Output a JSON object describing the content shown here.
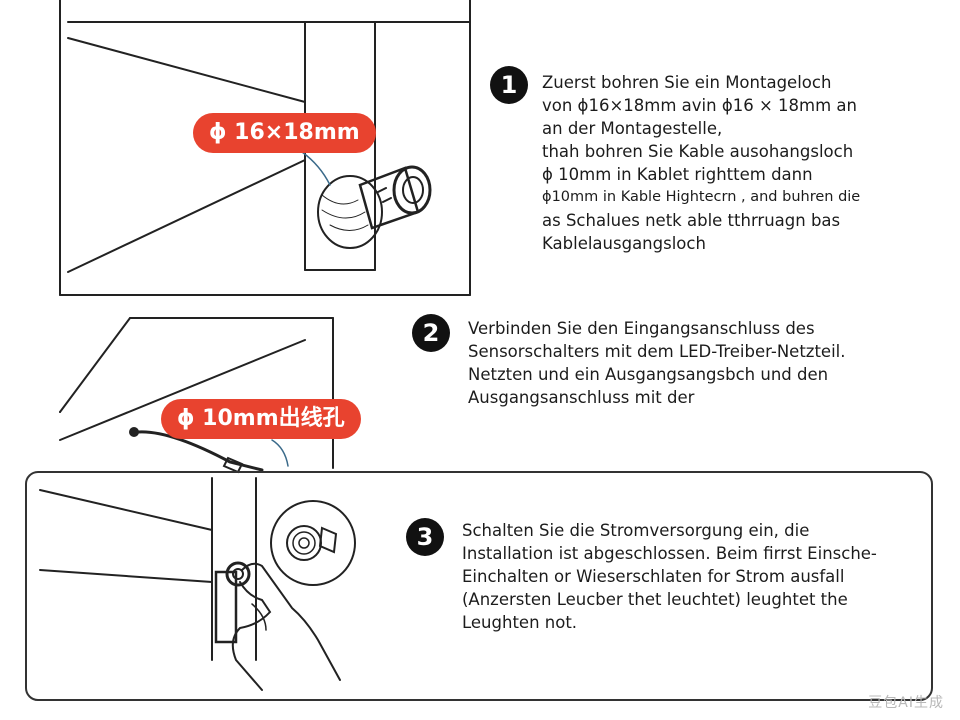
{
  "step1": {
    "number": "1",
    "lines": [
      "Zuerst bohren Sie ein Montageloch",
      "von ϕ16×18mm avin ϕ16 × 18mm an",
      "an der Montagestelle,",
      "thah bohren Sie Kable ausohangsloch",
      "ϕ 10mm in Kablet righttem dann",
      "ϕ10mm in Kable Hightecrn , and buhren die",
      "as Schalues netk able tthrruagn bas",
      "Kablelausgangsloch"
    ],
    "callout": "ϕ 16×18mm"
  },
  "step2": {
    "number": "2",
    "lines": [
      "Verbinden Sie den Eingangsanschluss des",
      "Sensorschalters mit dem LED-Treiber-Netzteil.",
      "Netzten und ein Ausgangsangsbch und den",
      "Ausgangsanschluss mit der"
    ],
    "callout": "ϕ 10mm出线孔"
  },
  "step3": {
    "number": "3",
    "lines": [
      "Schalten Sie die Stromversorgung ein, die",
      "Installation ist abgeschlossen. Beim firrst Einsche-",
      "Einchalten or Wieserschlaten for Strom ausfall",
      "(Anzersten Leucber thet leuchtet) leughtet the",
      "Leughten not."
    ]
  },
  "watermark": "豆包AI生成",
  "colors": {
    "accent": "#e8432f",
    "badge": "#111111",
    "line": "#222222"
  }
}
